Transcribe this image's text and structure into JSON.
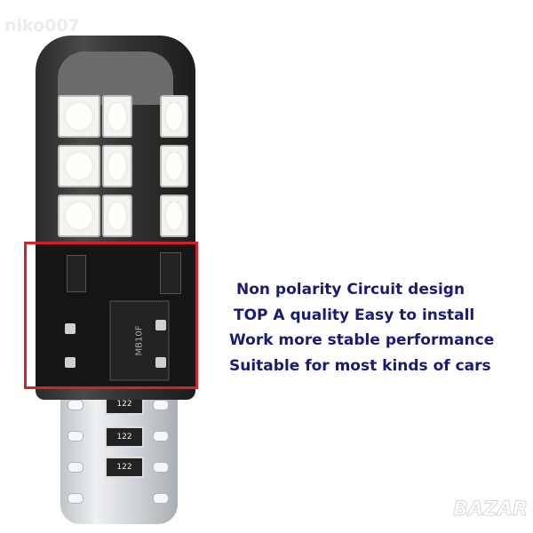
{
  "watermark": "niko007",
  "logo": "BAZAR",
  "features": [
    "Non polarity Circuit design",
    "TOP A quality  Easy to install",
    "Work more stable performance",
    "Suitable for most kinds of cars"
  ],
  "chip_label": "MB10F",
  "resistor_labels": [
    "122",
    "122",
    "122"
  ],
  "colors": {
    "text": "#1b1b70",
    "highlight": "#d2232a"
  }
}
